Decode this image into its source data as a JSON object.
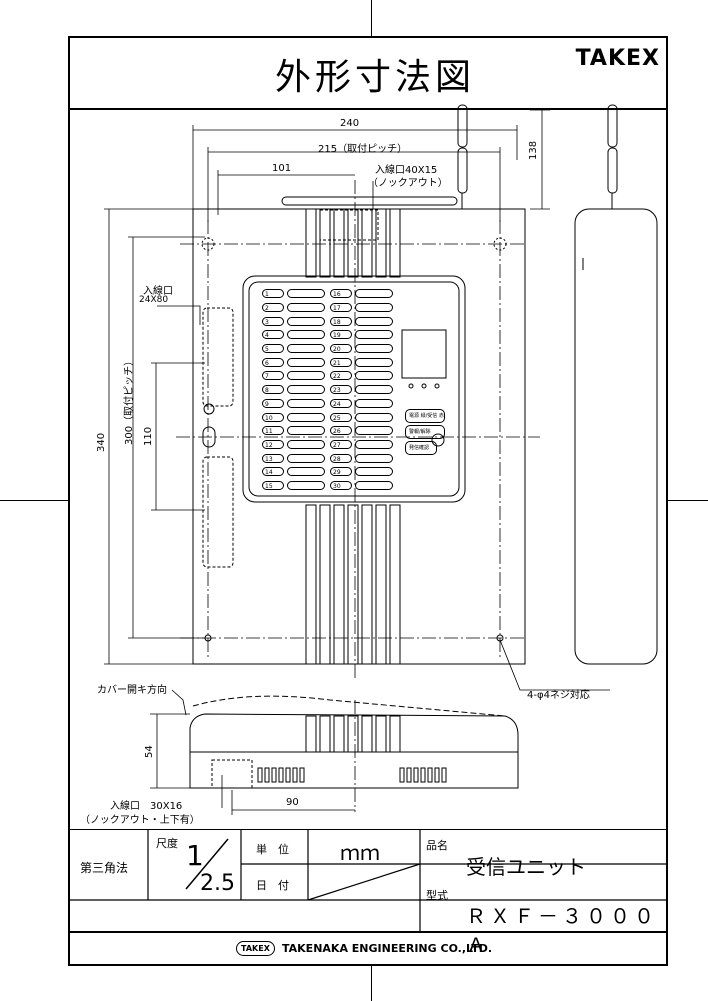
{
  "title": "外形寸法図",
  "logo": "TAKEX",
  "dims": {
    "d240": "240",
    "d215": "215（取付ピッチ）",
    "d101": "101",
    "d138": "138",
    "d340": "340",
    "d300": "300（取付ピッチ）",
    "d110": "110",
    "d54": "54",
    "d90": "90"
  },
  "notes": {
    "inlet_top": "入線口40X15",
    "knockout_top": "（ノックアウト）",
    "inlet_left": "入線口",
    "inlet_left_size": "24X80",
    "cover_dir": "カバー開キ方向",
    "screw": "4-φ4ネジ対応",
    "inlet_bottom": "入線口　30X16",
    "knockout_bottom": "（ノックアウト・上下有）"
  },
  "panel_left_labels": [
    "1",
    "2",
    "3",
    "4",
    "5",
    "6",
    "7",
    "8",
    "9",
    "10",
    "11",
    "12",
    "13",
    "14",
    "15"
  ],
  "panel_right_labels": [
    "16",
    "17",
    "18",
    "19",
    "20",
    "21",
    "22",
    "23",
    "24",
    "25",
    "26",
    "27",
    "28",
    "29",
    "30"
  ],
  "panel_buttons": [
    "電源 緑/受信 赤",
    "警報/解除",
    "発信確認"
  ],
  "titleblock": {
    "projection": "第三角法",
    "scale_label": "尺度",
    "scale_num": "1",
    "scale_den": "2.5",
    "unit_label": "単　位",
    "unit_value": "ｍｍ",
    "date_label": "日　付",
    "name_label": "品名",
    "name_value": "受信ユニット",
    "model_label": "型式",
    "model_value": "ＲＸＦ－３０００Ａ",
    "company_logo": "TAKEX",
    "company": "TAKENAKA ENGINEERING CO.,LTD."
  }
}
